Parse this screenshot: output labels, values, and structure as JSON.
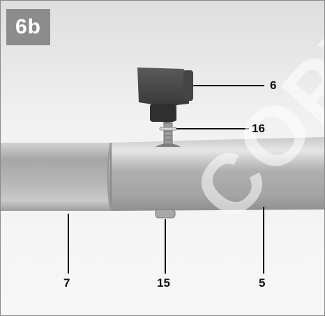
{
  "figure": {
    "badge": "6b",
    "labels": {
      "l6": "6",
      "l16": "16",
      "l7": "7",
      "l15": "15",
      "l5": "5"
    },
    "watermark": "COPY"
  },
  "colors": {
    "badge_bg": "#8c8c8c",
    "tube": "#b9b9b9",
    "knob": "#3a3a3a"
  }
}
